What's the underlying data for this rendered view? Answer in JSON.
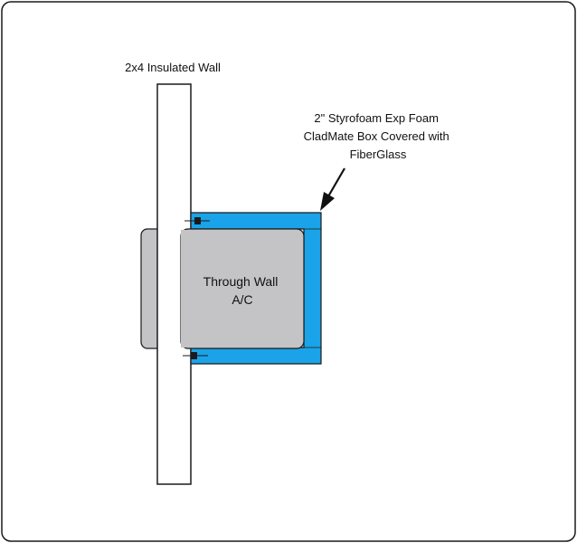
{
  "diagram": {
    "wall_label": "2x4 Insulated Wall",
    "box_label_lines": [
      "2\" Styrofoam Exp Foam",
      "CladMate Box Covered with",
      "FiberGlass"
    ],
    "unit_label_lines": [
      "Through Wall",
      "A/C"
    ]
  },
  "colors": {
    "foam_box": "#1aa3e8",
    "ac_unit": "#c4c4c6",
    "outline": "#1a1a1a",
    "wall": "#ffffff"
  }
}
